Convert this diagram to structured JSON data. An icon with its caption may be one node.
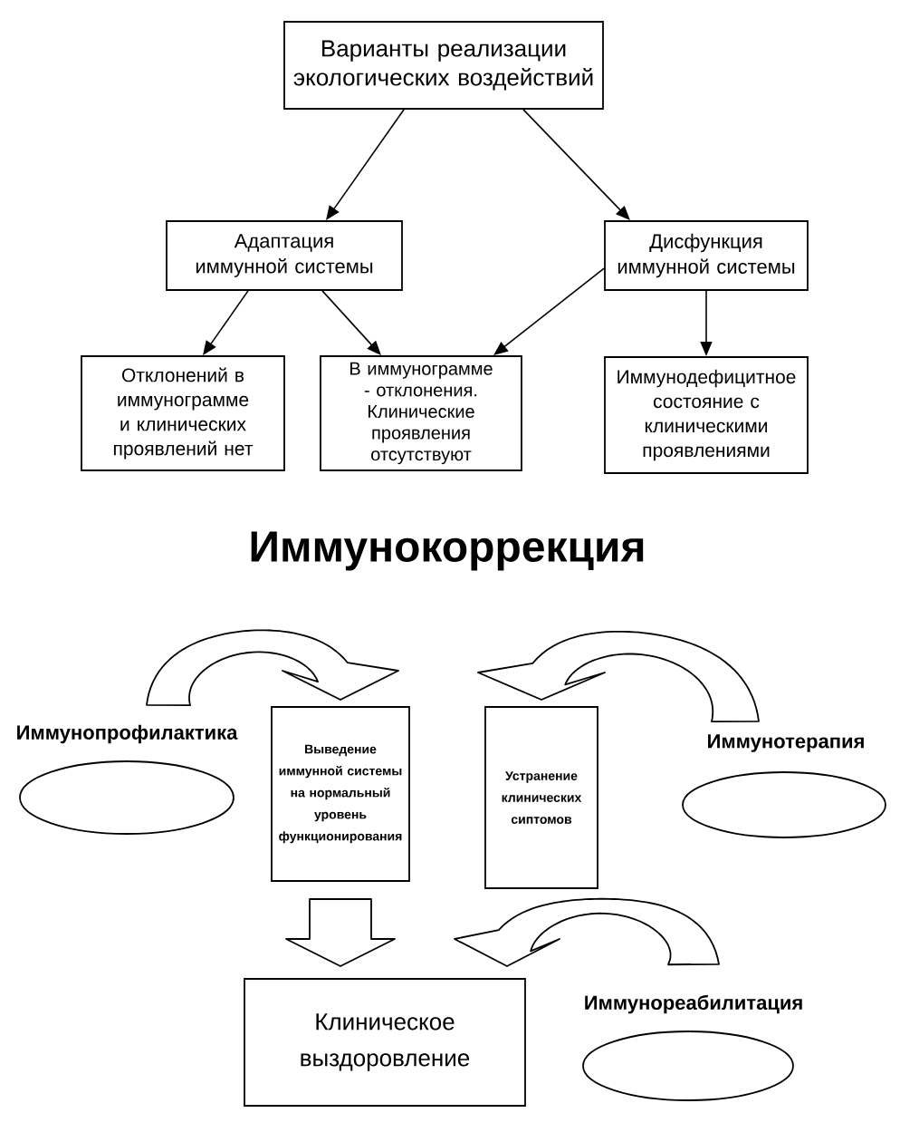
{
  "diagram": {
    "nodes": [
      {
        "text": [
          "Варианты реализации экологических воздействий"
        ]
      },
      {
        "text": [
          "Адаптация иммунной системы"
        ]
      },
      {
        "text": [
          "Дисфункция иммунной системы"
        ]
      },
      {
        "text": [
          "Отклонений в иммунограмме и клинических проявлений нет"
        ]
      },
      {
        "text": [
          "В иммунограмме - отклонения. Клинические проявления отсутствуют"
        ]
      },
      {
        "text": [
          "Иммунодефицитное состояние с клиническими проявлениями"
        ]
      },
      {
        "text": [
          "Иммунопрофилактика"
        ]
      },
      {
        "text": [
          "Выведение иммунной системы на нормальный уровень функционирования"
        ]
      },
      {
        "text": [
          "Устранение клинических сиптомов"
        ]
      },
      {
        "text": [
          "Иммунотерапия"
        ]
      },
      {
        "text": [
          "Клиническое выздоровление"
        ]
      },
      {
        "text": [
          "Иммунореабилитация"
        ]
      }
    ],
    "edges": [
      {
        "from": 0,
        "to": 1,
        "arrow": "to"
      },
      {
        "from": 0,
        "to": 2,
        "arrow": "to"
      },
      {
        "from": 1,
        "to": 3,
        "arrow": "to"
      },
      {
        "from": 1,
        "to": 4,
        "arrow": "to"
      },
      {
        "from": 2,
        "to": 4,
        "arrow": "to"
      },
      {
        "from": 2,
        "to": 5,
        "arrow": "to"
      },
      {
        "from": 6,
        "to": 7,
        "arrow": "to",
        "style": "thick"
      },
      {
        "from": 9,
        "to": 8,
        "arrow": "to",
        "style": "thick"
      },
      {
        "from": 7,
        "to": 10,
        "arrow": "to",
        "style": "thick"
      },
      {
        "from": 11,
        "to": 10,
        "arrow": "to",
        "style": "thick"
      }
    ],
    "labels": [
      "Иммунокоррекция"
    ]
  }
}
